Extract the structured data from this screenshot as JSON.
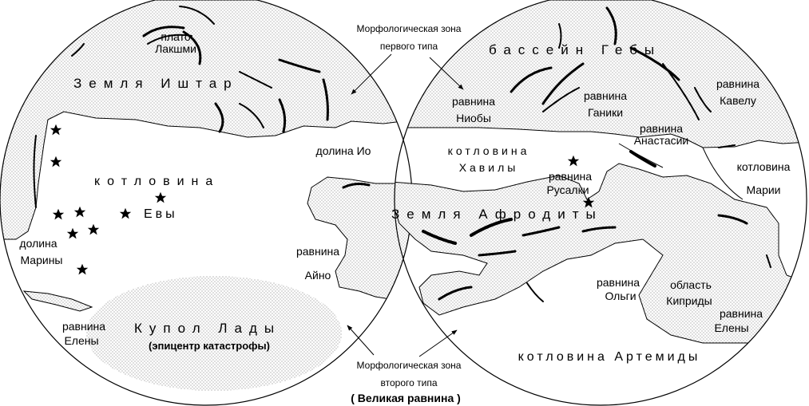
{
  "labels": {
    "plato_lakshmi_1": "плато",
    "plato_lakshmi_2": "Лакшми",
    "zemlya_ishtar": "Земля Иштар",
    "morph_zone1_1": "Морфологическая зона",
    "morph_zone1_2": "первого типа",
    "basseyn_geby": "бассейн Гебы",
    "ravnina_nioby_1": "равнина",
    "ravnina_nioby_2": "Ниобы",
    "ravnina_ganiki_1": "равнина",
    "ravnina_ganiki_2": "Ганики",
    "ravnina_kavelu_1": "равнина",
    "ravnina_kavelu_2": "Кавелу",
    "ravnina_anastasii_1": "равнина",
    "ravnina_anastasii_2": "Анастасии",
    "dolina_io": "долина Ио",
    "kotlovina_khavily_1": "котловина",
    "kotlovina_khavily_2": "Хавилы",
    "ravnina_rusalki_1": "равнина",
    "ravnina_rusalki_2": "Русалки",
    "kotlovina_marii_1": "котловина",
    "kotlovina_marii_2": "Марии",
    "kotlovina_evy_1": "котловина",
    "kotlovina_evy_2": "Евы",
    "zemlya_afrodity": "Земля Афродиты",
    "dolina_mariny_1": "долина",
    "dolina_mariny_2": "Марины",
    "ravnina_ayno_1": "равнина",
    "ravnina_ayno_2": "Айно",
    "ravnina_olgi_1": "равнина",
    "ravnina_olgi_2": "Ольги",
    "oblast_kipridy_1": "область",
    "oblast_kipridy_2": "Киприды",
    "ravnina_eleny_right_1": "равнина",
    "ravnina_eleny_right_2": "Елены",
    "ravnina_eleny_left_1": "равнина",
    "ravnina_eleny_left_2": "Елены",
    "kupol_lady": "Купол Лады",
    "epicenter": "(эпицентр катастрофы)",
    "morph_zone2_1": "Морфологическая зона",
    "morph_zone2_2": "второго типа",
    "velikaya_ravnina": "( Великая равнина )",
    "kotlovina_artemidy": "котловина Артемиды"
  },
  "colors": {
    "ink": "#000000",
    "paper": "#ffffff",
    "stipple": "#8a8a8a"
  },
  "icons": [
    "star-icon",
    "arrow-icon"
  ]
}
